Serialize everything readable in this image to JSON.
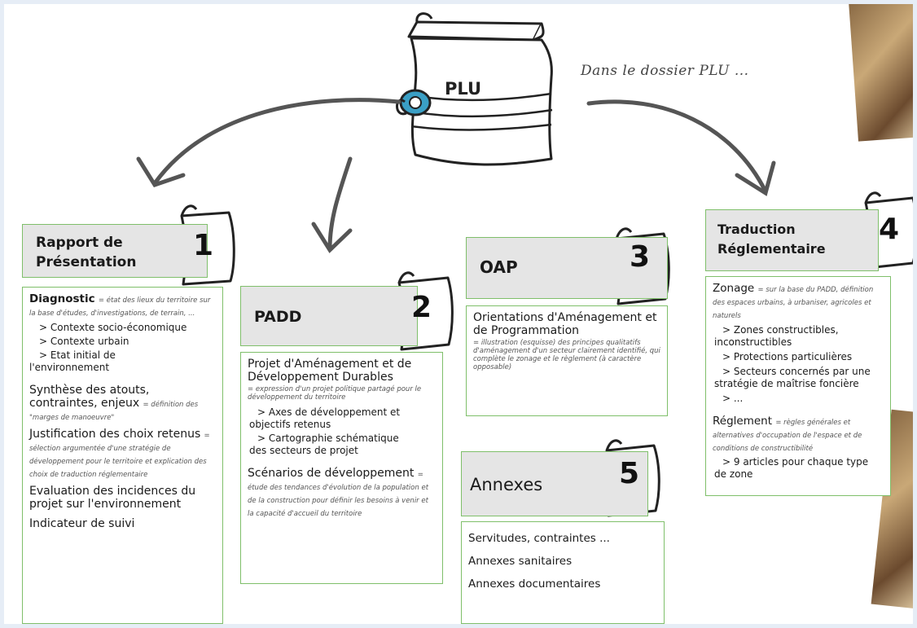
{
  "plu_label": "PLU",
  "tagline": "Dans le dossier PLU ...",
  "sections": {
    "s1": {
      "number": "1",
      "title_line1": "Rapport de",
      "title_line2": "Présentation",
      "diag_title": "Diagnostic",
      "diag_desc": "= état des lieux du territoire sur la base d'études, d'investigations, de terrain, ...",
      "diag_items": [
        "> Contexte socio-économique",
        "> Contexte urbain",
        "> Etat initial de",
        "l'environnement"
      ],
      "synth_title": "Synthèse des atouts, contraintes, enjeux",
      "synth_desc": "= définition des \"marges de manoeuvre\"",
      "just_title": "Justification des choix retenus",
      "just_desc": "= sélection argumentée d'une stratégie de développement pour le territoire et explication des choix de traduction réglementaire",
      "eval_title": "Evaluation des incidences du projet sur l'environnement",
      "indic_title": "Indicateur de suivi"
    },
    "s2": {
      "number": "2",
      "title": "PADD",
      "proj_title": "Projet d'Aménagement et de Développement Durables",
      "proj_desc": "= expression d'un projet politique partagé pour le développement du territoire",
      "items": [
        "> Axes de développement et",
        "objectifs retenus",
        "> Cartographie schématique",
        "des secteurs de projet"
      ],
      "scen_title": "Scénarios de développement",
      "scen_desc": "= étude des tendances d'évolution de la population et de la construction pour définir les besoins à venir et la capacité d'accueil du territoire"
    },
    "s3": {
      "number": "3",
      "title": "OAP",
      "orient_title": "Orientations d'Aménagement et de Programmation",
      "orient_desc": "= illustration (esquisse) des principes qualitatifs d'aménagement d'un secteur clairement identifié, qui complète le zonage et le règlement (à caractère opposable)"
    },
    "s4": {
      "number": "4",
      "title_line1": "Traduction",
      "title_line2": "Réglementaire",
      "zon_title": "Zonage",
      "zon_desc": "= sur la base du PADD, définition des espaces urbains, à urbaniser, agricoles et naturels",
      "zon_items": [
        "> Zones constructibles,",
        "inconstructibles",
        "> Protections particulières",
        "> Secteurs concernés par une",
        "stratégie de maîtrise foncière",
        "> ..."
      ],
      "reg_title": "Réglement",
      "reg_desc": "= règles générales et alternatives d'occupation de l'espace et de conditions de constructibilité",
      "reg_items": [
        "> 9 articles pour chaque type",
        "de zone"
      ]
    },
    "s5": {
      "number": "5",
      "title": "Annexes",
      "items": [
        "Servitudes, contraintes ...",
        "Annexes sanitaires",
        "Annexes documentaires"
      ]
    }
  }
}
